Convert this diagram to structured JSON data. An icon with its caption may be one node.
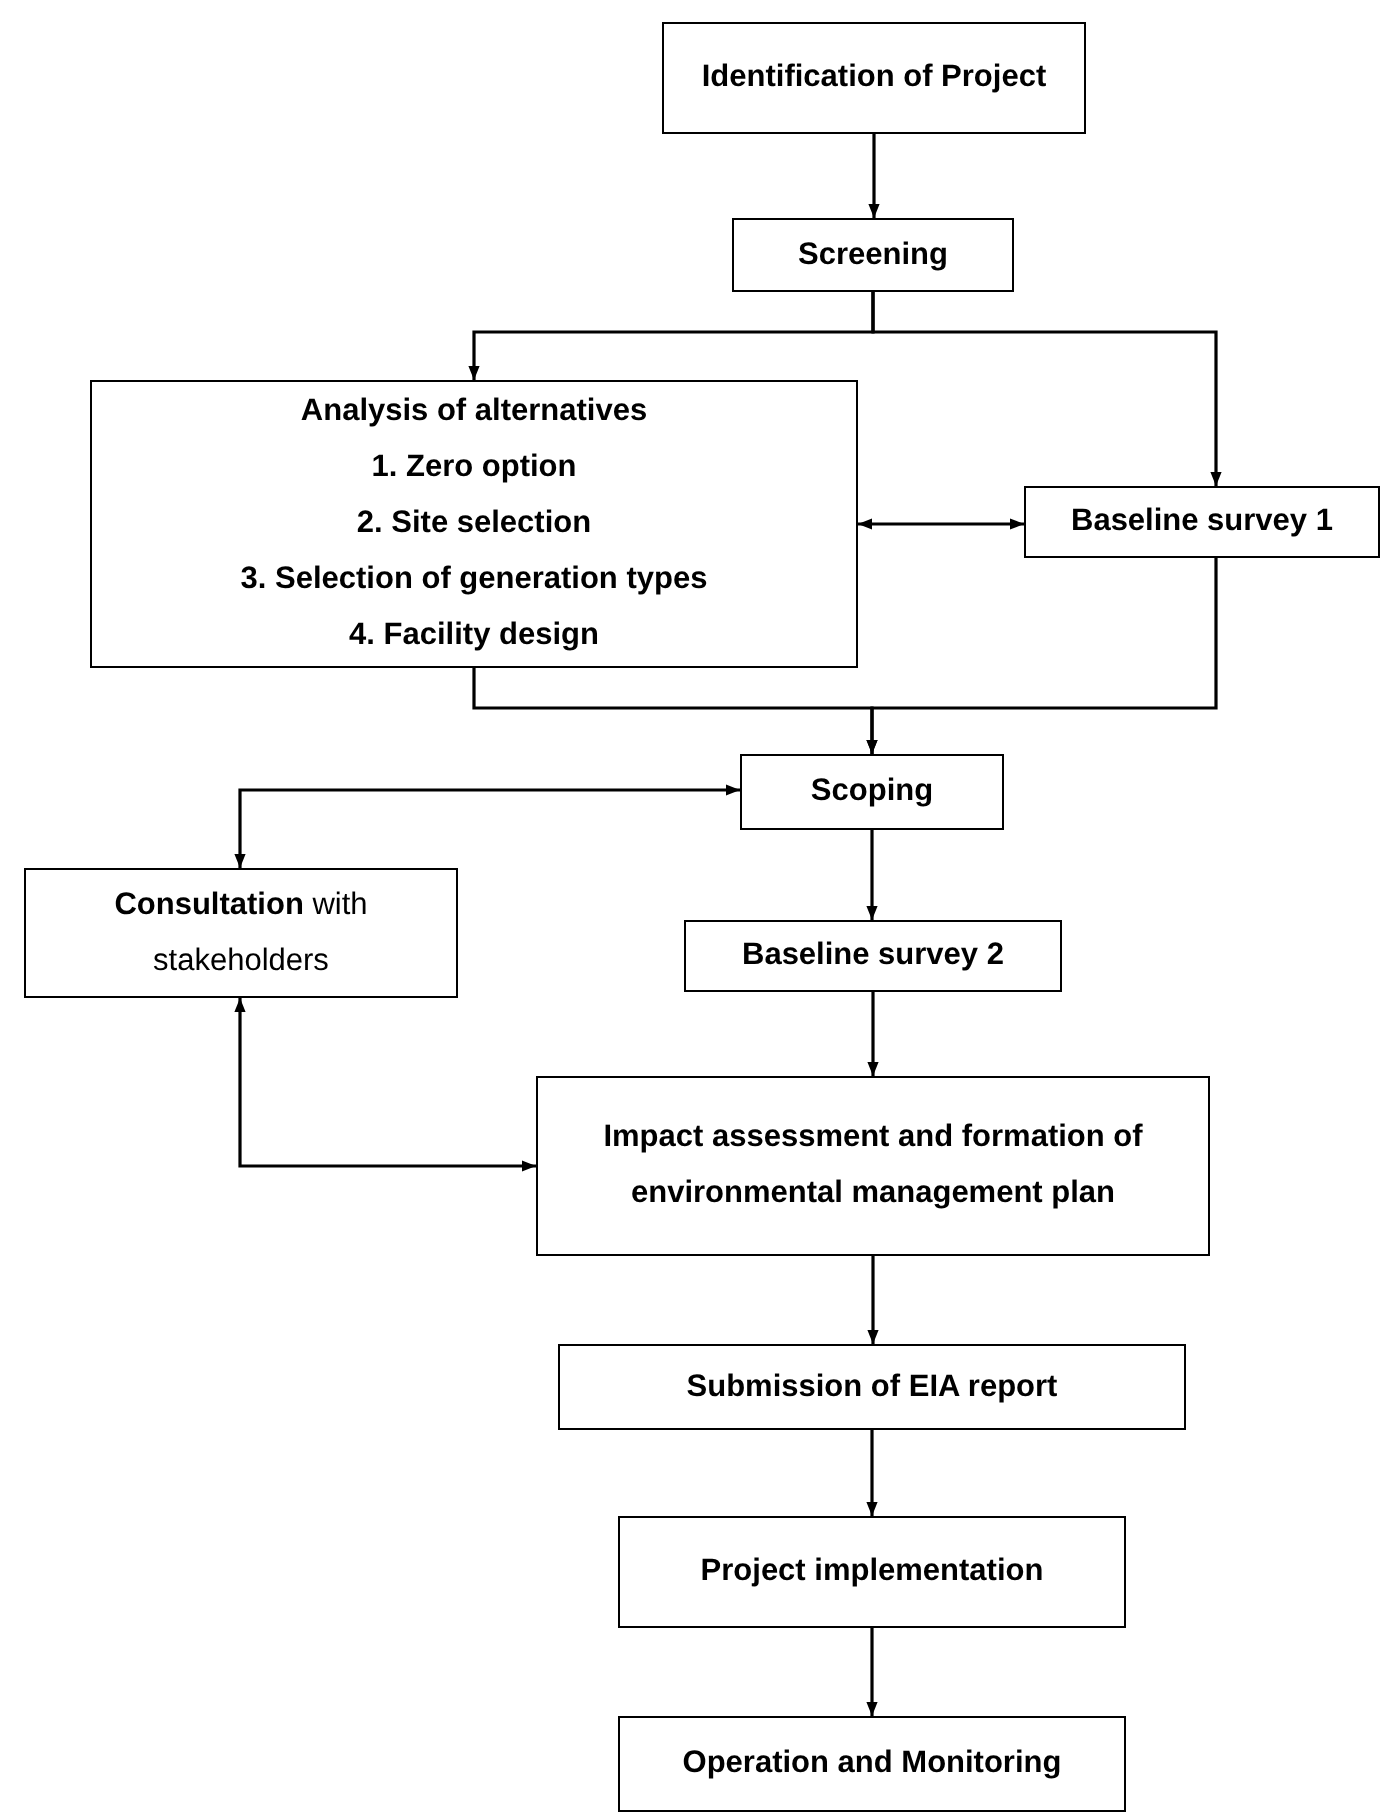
{
  "diagram": {
    "nodes": [
      {
        "text": [
          "Identification of Project"
        ]
      },
      {
        "text": [
          "Screening"
        ]
      },
      {
        "text": [
          "Analysis of alternatives",
          "1. Zero option",
          "2. Site selection",
          "3. Selection of generation types",
          "4. Facility design"
        ]
      },
      {
        "text": [
          "Baseline survey 1"
        ]
      },
      {
        "text": [
          "Scoping"
        ]
      },
      {
        "text": [
          "**Consultation** with stakeholders"
        ]
      },
      {
        "text": [
          "Baseline survey 2"
        ]
      },
      {
        "text": [
          "Impact assessment and formation of environmental management plan"
        ]
      },
      {
        "text": [
          "Submission of EIA report"
        ]
      },
      {
        "text": [
          "Project implementation"
        ]
      },
      {
        "text": [
          "Operation and Monitoring"
        ]
      }
    ],
    "edges": [
      {
        "from": 0,
        "to": 1,
        "arrow": "to"
      },
      {
        "from": 1,
        "to": 2,
        "arrow": "to"
      },
      {
        "from": 1,
        "to": 3,
        "arrow": "to"
      },
      {
        "from": 2,
        "to": 3,
        "arrow": "both"
      },
      {
        "from": 2,
        "to": 4,
        "arrow": "to"
      },
      {
        "from": 3,
        "to": 4,
        "arrow": "to"
      },
      {
        "from": 4,
        "to": 5,
        "arrow": "both"
      },
      {
        "from": 5,
        "to": 7,
        "arrow": "both"
      },
      {
        "from": 4,
        "to": 6,
        "arrow": "to"
      },
      {
        "from": 6,
        "to": 7,
        "arrow": "to"
      },
      {
        "from": 7,
        "to": 8,
        "arrow": "to"
      },
      {
        "from": 8,
        "to": 9,
        "arrow": "to"
      },
      {
        "from": 9,
        "to": 10,
        "arrow": "to"
      }
    ]
  }
}
